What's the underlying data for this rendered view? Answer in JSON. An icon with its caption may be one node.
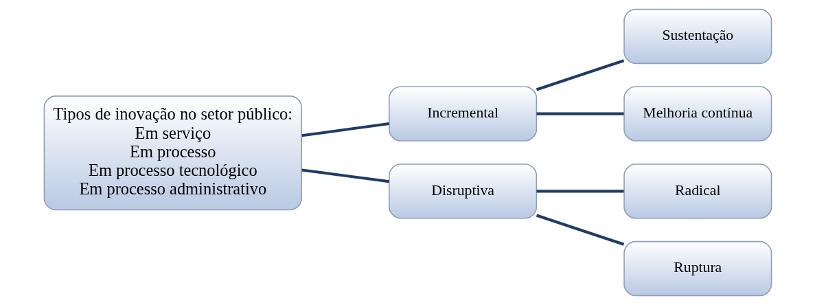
{
  "diagram": {
    "nodes": [
      {
        "text": [
          "Tipos de inovação no setor público:",
          "Em serviço",
          "Em processo",
          "Em processo tecnológico",
          "Em processo administrativo"
        ]
      },
      {
        "text": [
          "Incremental"
        ]
      },
      {
        "text": [
          "Disruptiva"
        ]
      },
      {
        "text": [
          "Sustentação"
        ]
      },
      {
        "text": [
          "Melhoria contínua"
        ]
      },
      {
        "text": [
          "Radical"
        ]
      },
      {
        "text": [
          "Ruptura"
        ]
      }
    ],
    "edges": [
      {
        "from": 0,
        "to": 1,
        "arrow": "none"
      },
      {
        "from": 0,
        "to": 2,
        "arrow": "none"
      },
      {
        "from": 1,
        "to": 3,
        "arrow": "none"
      },
      {
        "from": 1,
        "to": 4,
        "arrow": "none"
      },
      {
        "from": 2,
        "to": 5,
        "arrow": "none"
      },
      {
        "from": 2,
        "to": 6,
        "arrow": "none"
      }
    ]
  }
}
